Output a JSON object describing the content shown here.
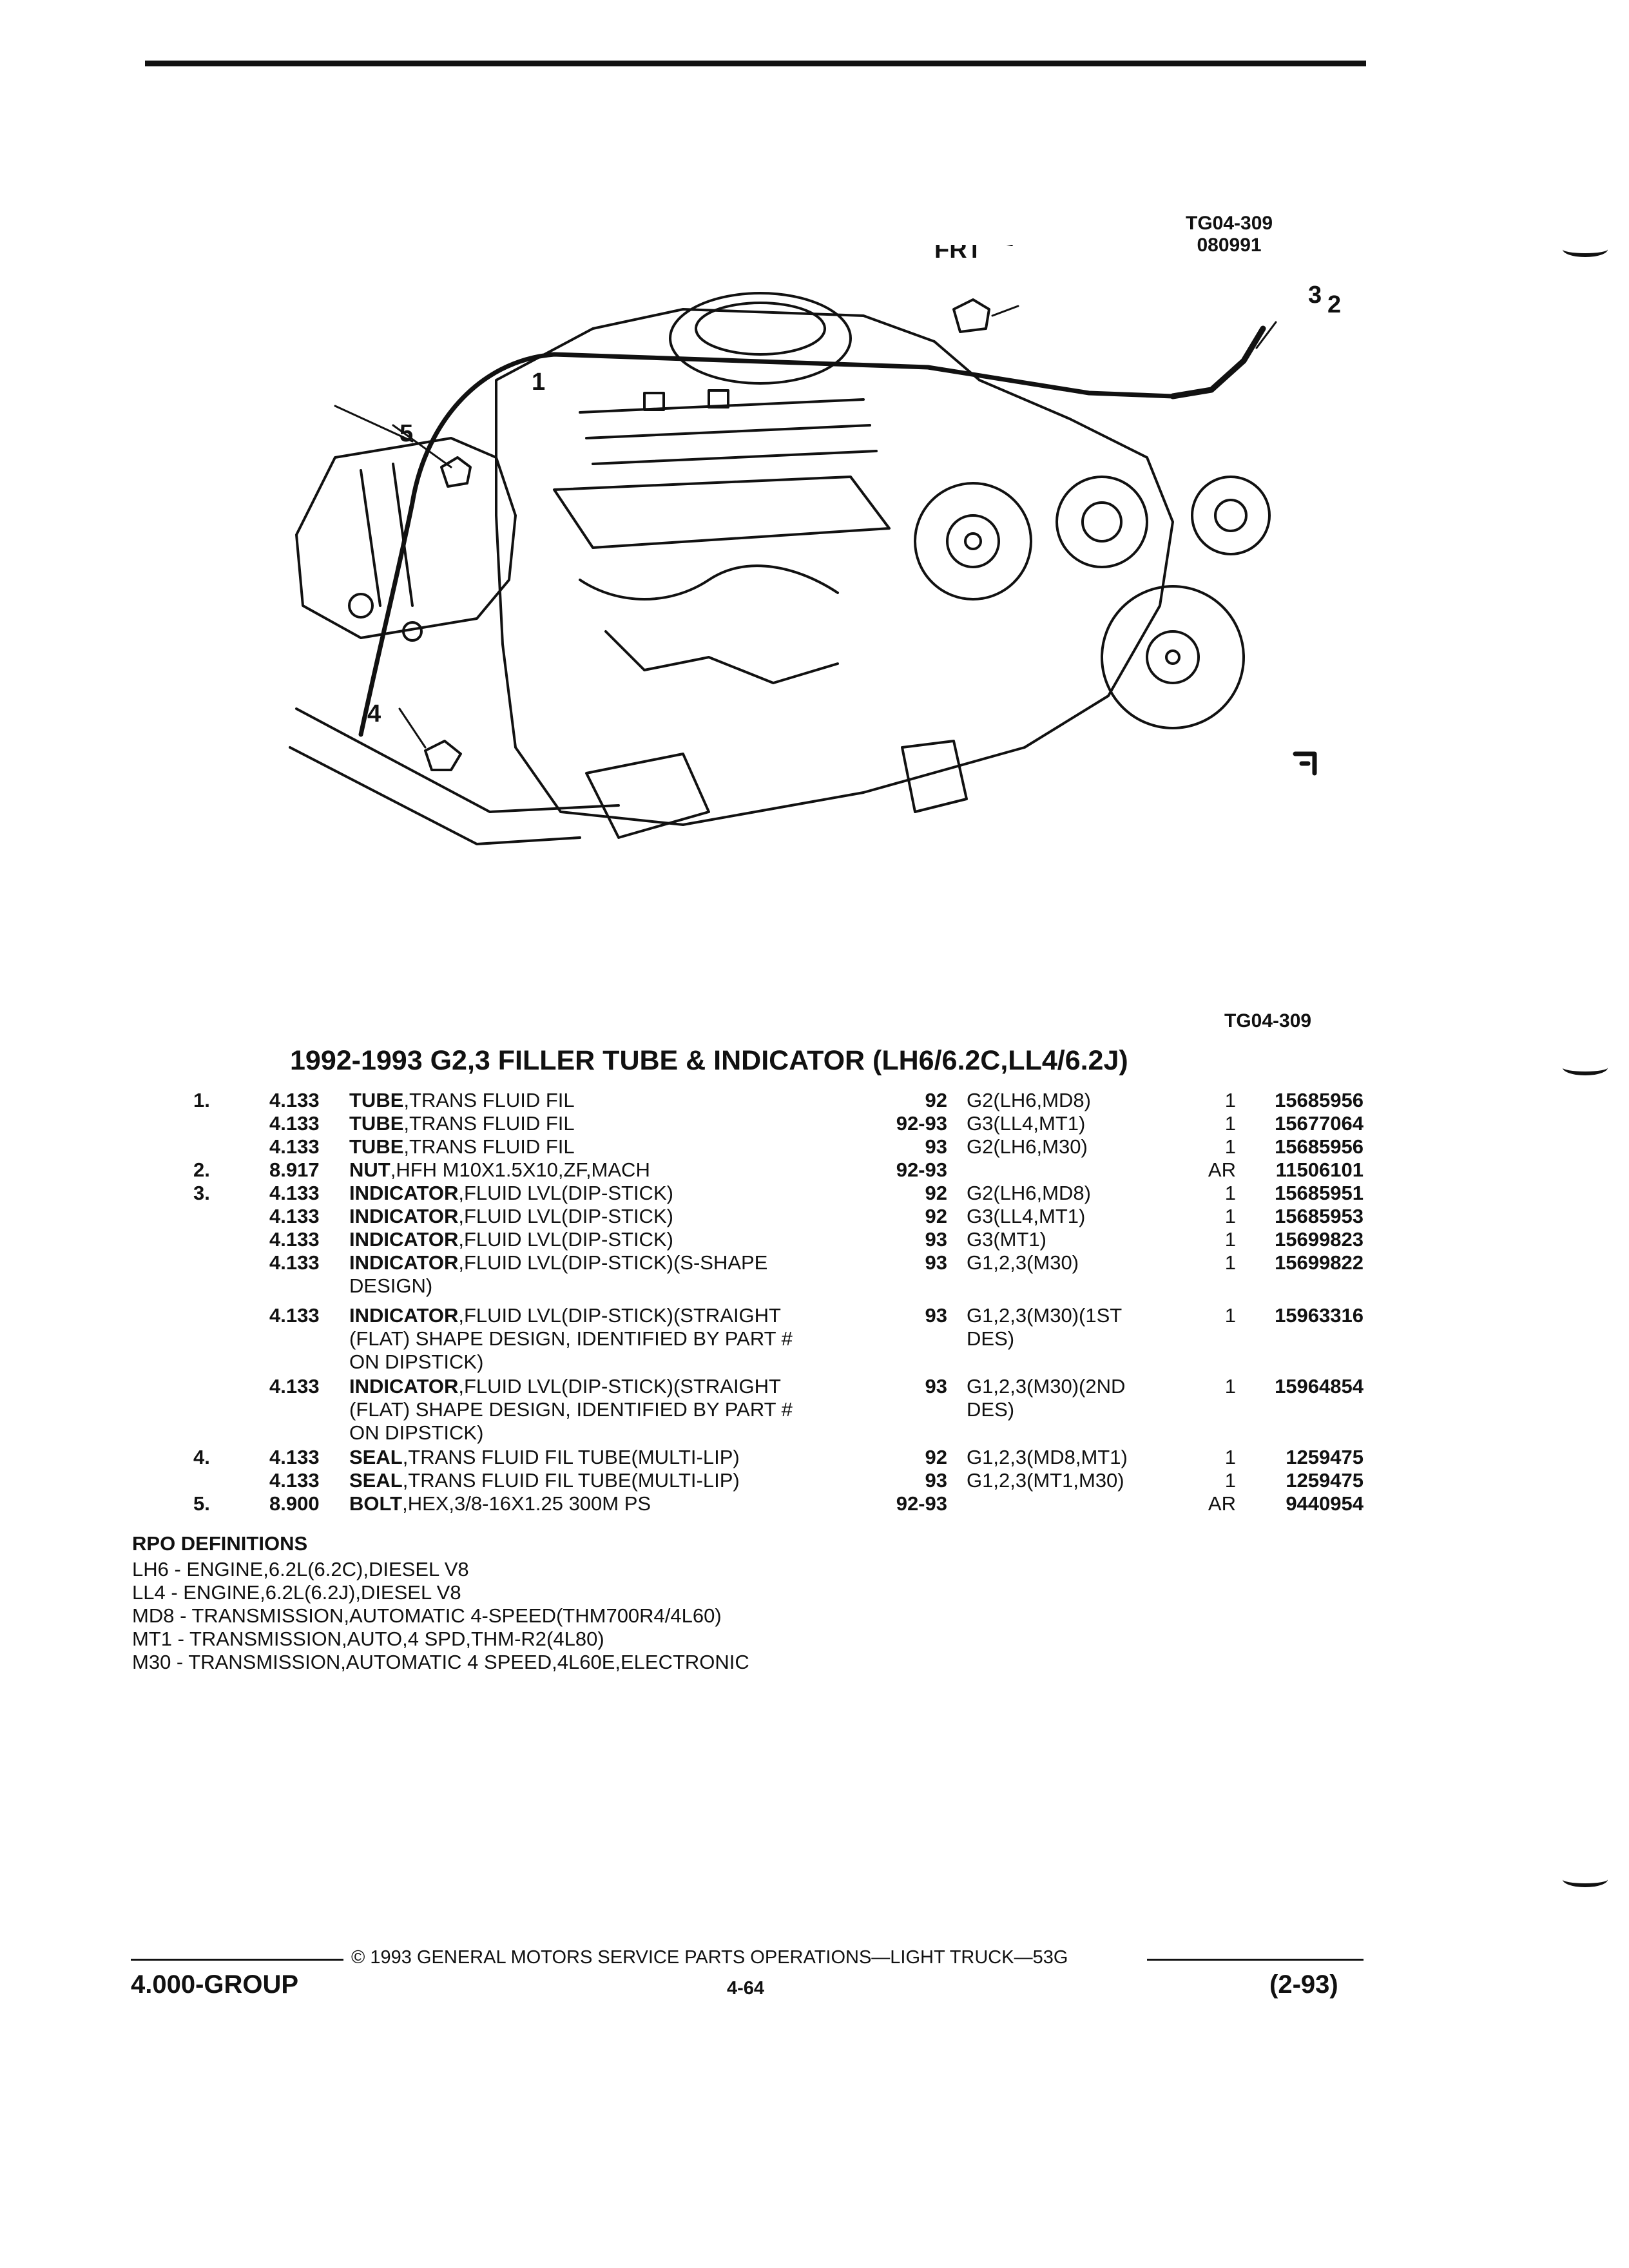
{
  "illustration": {
    "code_top": "TG04-309",
    "date_code": "080991",
    "code_bottom": "TG04-309",
    "front_label": "FRT",
    "callouts": [
      "1",
      "2",
      "3",
      "4",
      "5"
    ]
  },
  "title": "1992-1993 G2,3 FILLER TUBE & INDICATOR (LH6/6.2C,LL4/6.2J)",
  "parts": [
    {
      "item": "1.",
      "group": "4.133",
      "name": "TUBE",
      "desc": ",TRANS FLUID FIL",
      "lines": [],
      "years": "92",
      "usage": "G2(LH6,MD8)",
      "qty": "1",
      "part_no": "15685956"
    },
    {
      "item": "",
      "group": "4.133",
      "name": "TUBE",
      "desc": ",TRANS FLUID FIL",
      "lines": [],
      "years": "92-93",
      "usage": "G3(LL4,MT1)",
      "qty": "1",
      "part_no": "15677064"
    },
    {
      "item": "",
      "group": "4.133",
      "name": "TUBE",
      "desc": ",TRANS FLUID FIL",
      "lines": [],
      "years": "93",
      "usage": "G2(LH6,M30)",
      "qty": "1",
      "part_no": "15685956"
    },
    {
      "item": "2.",
      "group": "8.917",
      "name": "NUT",
      "desc": ",HFH M10X1.5X10,ZF,MACH",
      "lines": [],
      "years": "92-93",
      "usage": "",
      "qty": "AR",
      "part_no": "11506101"
    },
    {
      "item": "3.",
      "group": "4.133",
      "name": "INDICATOR",
      "desc": ",FLUID LVL(DIP-STICK)",
      "lines": [],
      "years": "92",
      "usage": "G2(LH6,MD8)",
      "qty": "1",
      "part_no": "15685951"
    },
    {
      "item": "",
      "group": "4.133",
      "name": "INDICATOR",
      "desc": ",FLUID LVL(DIP-STICK)",
      "lines": [],
      "years": "92",
      "usage": "G3(LL4,MT1)",
      "qty": "1",
      "part_no": "15685953"
    },
    {
      "item": "",
      "group": "4.133",
      "name": "INDICATOR",
      "desc": ",FLUID LVL(DIP-STICK)",
      "lines": [],
      "years": "93",
      "usage": "G3(MT1)",
      "qty": "1",
      "part_no": "15699823"
    },
    {
      "item": "",
      "group": "4.133",
      "name": "INDICATOR",
      "desc": ",FLUID LVL(DIP-STICK)(S-SHAPE",
      "lines": [
        "DESIGN)"
      ],
      "years": "93",
      "usage": "G1,2,3(M30)",
      "qty": "1",
      "part_no": "15699822"
    },
    {
      "item": "",
      "group": "4.133",
      "name": "INDICATOR",
      "desc": ",FLUID LVL(DIP-STICK)(STRAIGHT",
      "lines": [
        "(FLAT) SHAPE DESIGN, IDENTIFIED BY PART #",
        "ON DIPSTICK)"
      ],
      "years": "93",
      "usage": "G1,2,3(M30)(1ST",
      "usage2": "DES)",
      "qty": "1",
      "part_no": "15963316"
    },
    {
      "item": "",
      "group": "4.133",
      "name": "INDICATOR",
      "desc": ",FLUID LVL(DIP-STICK)(STRAIGHT",
      "lines": [
        "(FLAT) SHAPE DESIGN, IDENTIFIED BY PART #",
        "ON DIPSTICK)"
      ],
      "years": "93",
      "usage": "G1,2,3(M30)(2ND",
      "usage2": "DES)",
      "qty": "1",
      "part_no": "15964854"
    },
    {
      "item": "4.",
      "group": "4.133",
      "name": "SEAL",
      "desc": ",TRANS FLUID FIL TUBE(MULTI-LIP)",
      "lines": [],
      "years": "92",
      "usage": "G1,2,3(MD8,MT1)",
      "qty": "1",
      "part_no": "1259475"
    },
    {
      "item": "",
      "group": "4.133",
      "name": "SEAL",
      "desc": ",TRANS FLUID FIL TUBE(MULTI-LIP)",
      "lines": [],
      "years": "93",
      "usage": "G1,2,3(MT1,M30)",
      "qty": "1",
      "part_no": "1259475"
    },
    {
      "item": "5.",
      "group": "8.900",
      "name": "BOLT",
      "desc": ",HEX,3/8-16X1.25 300M PS",
      "lines": [],
      "years": "92-93",
      "usage": "",
      "qty": "AR",
      "part_no": "9440954"
    }
  ],
  "rpo": {
    "heading": "RPO DEFINITIONS",
    "lines": [
      "LH6 - ENGINE,6.2L(6.2C),DIESEL V8",
      "LL4 - ENGINE,6.2L(6.2J),DIESEL V8",
      "MD8 - TRANSMISSION,AUTOMATIC 4-SPEED(THM700R4/4L60)",
      "MT1 - TRANSMISSION,AUTO,4 SPD,THM-R2(4L80)",
      "M30 - TRANSMISSION,AUTOMATIC 4 SPEED,4L60E,ELECTRONIC"
    ]
  },
  "footer": {
    "copyright": "© 1993 GENERAL MOTORS SERVICE PARTS OPERATIONS—LIGHT TRUCK—53G",
    "group": "4.000-GROUP",
    "page": "4-64",
    "date": "(2-93)"
  }
}
